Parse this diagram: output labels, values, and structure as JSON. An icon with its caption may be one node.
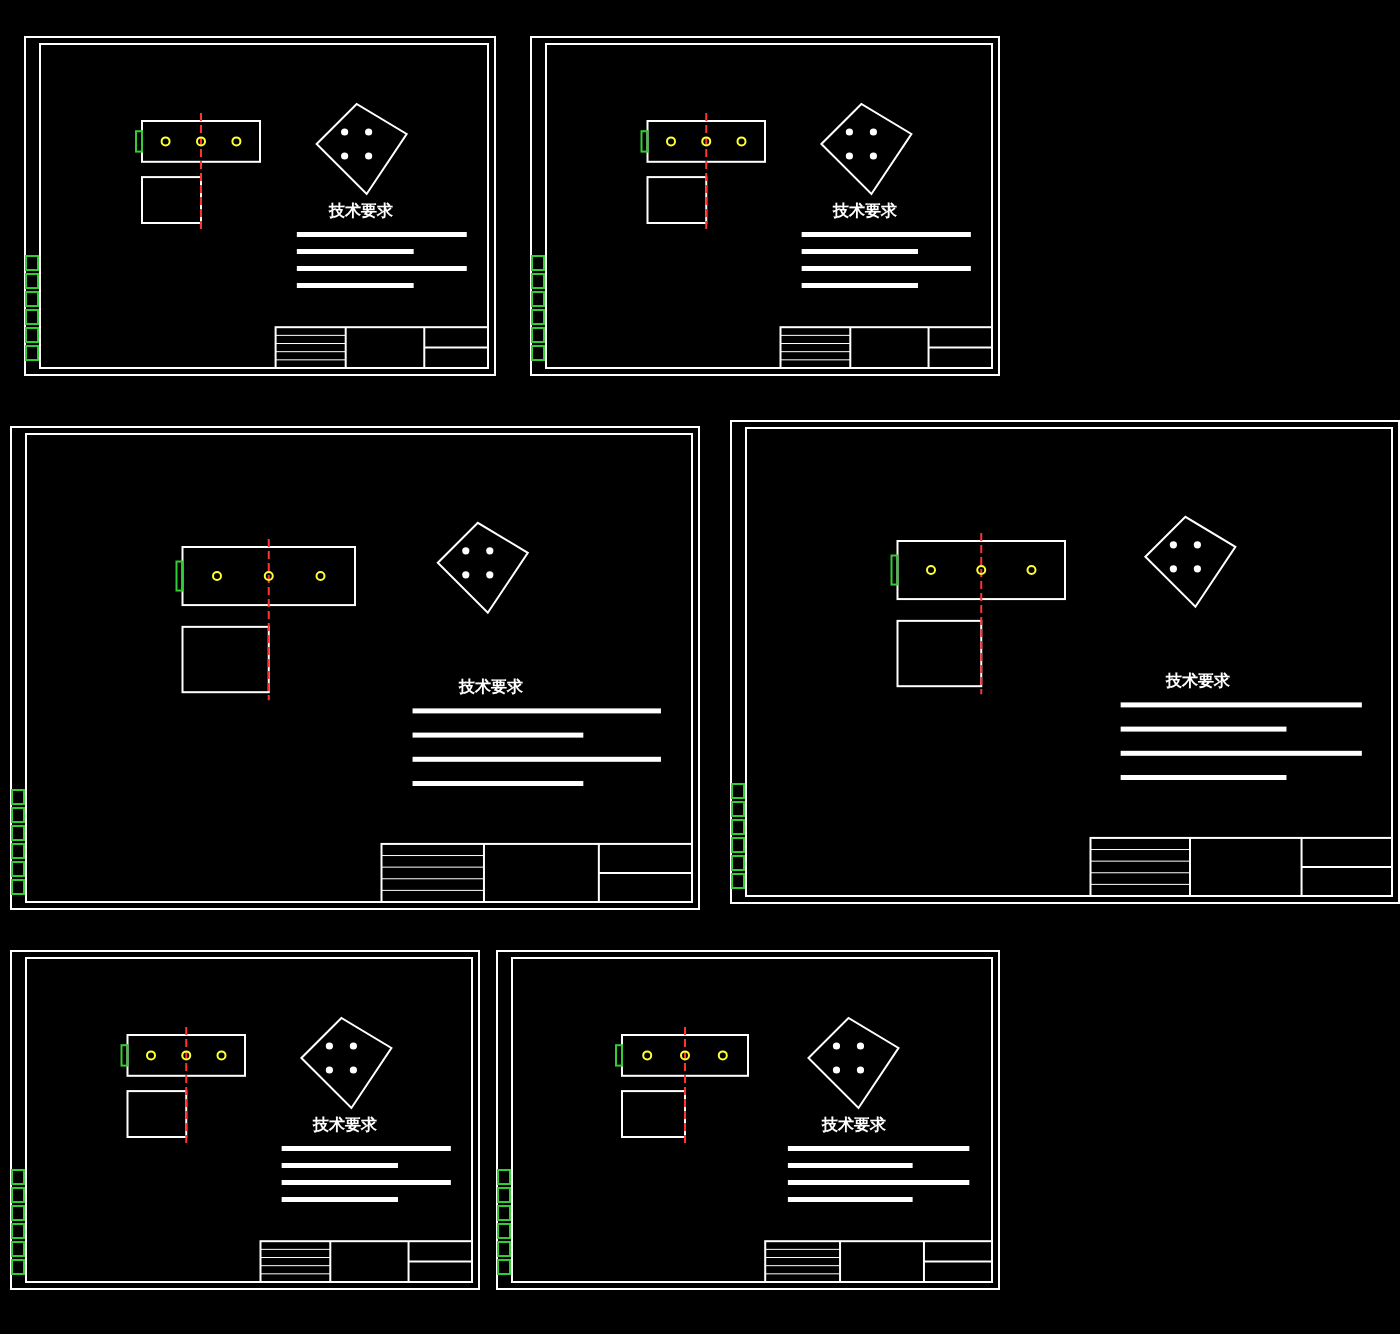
{
  "diagram": {
    "labels": [
      "技术要求",
      "技术要求",
      "技术要求",
      "技术要求",
      "技术要求",
      "技术要求"
    ]
  }
}
